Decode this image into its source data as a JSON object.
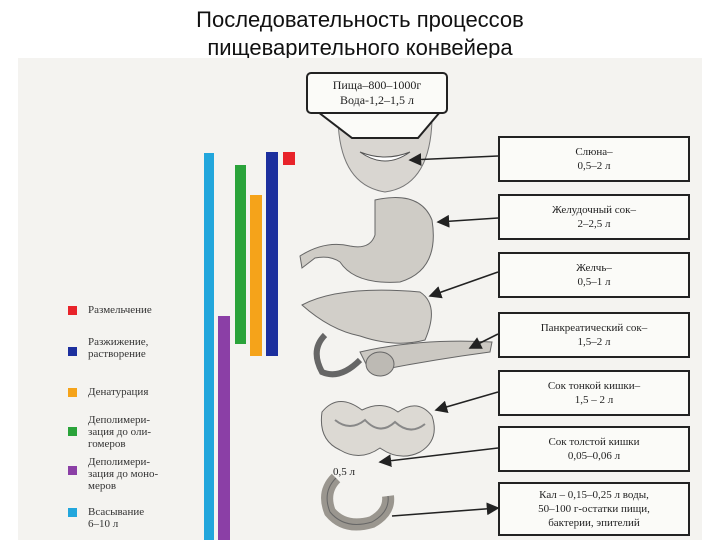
{
  "title_line1": "Последовательность процессов",
  "title_line2": "пищеварительного конвейера",
  "intake": {
    "line1": "Пища–800–1000г",
    "line2": "Вода-1,2–1,5 л"
  },
  "secretions": [
    {
      "line1": "Слюна–",
      "line2": "0,5–2 л"
    },
    {
      "line1": "Желудочный сок–",
      "line2": "2–2,5 л"
    },
    {
      "line1": "Желчь–",
      "line2": "0,5–1 л"
    },
    {
      "line1": "Панкреатический сок–",
      "line2": "1,5–2 л"
    },
    {
      "line1": "Сок тонкой кишки–",
      "line2": "1,5 – 2 л"
    },
    {
      "line1": "Сок толстой кишки",
      "line2": "0,05–0,06 л"
    }
  ],
  "excretion": {
    "line1": "Кал – 0,15–0,25 л воды,",
    "line2": "50–100 г-остатки пищи,",
    "line3": "бактерии, эпителий"
  },
  "small_label": "0,5 л",
  "legend": [
    {
      "label": "Размельчение",
      "color": "#e8232a"
    },
    {
      "label": "Разжижение,\nрастворение",
      "color": "#1c2f9e"
    },
    {
      "label": "Денатурация",
      "color": "#f5a31a"
    },
    {
      "label": "Деполимери-\nзация до оли-\nгомеров",
      "color": "#2aa33a"
    },
    {
      "label": "Деполимери-\nзация до моно-\nмеров",
      "color": "#8b3fa6"
    },
    {
      "label": "Всасывание\n6–10 л",
      "color": "#22a6dc"
    }
  ]
}
